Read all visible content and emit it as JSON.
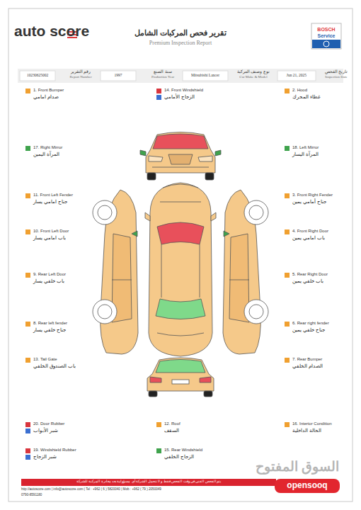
{
  "diagram": {
    "title": "تقرير فحص المركبات الشامل",
    "labels": [
      "auto score",
      "Premium Inspection Report",
      "BOSCH",
      "Service",
      "10230625002",
      "رقم التقرير",
      "Report Number",
      "1997",
      "سنة الصنع",
      "Production Year",
      "Mitsubishi Lancer",
      "نوع وصنف المركبة",
      "Car Make & Model",
      "Jun 21, 2025",
      "تاريخ الفحص",
      "Inspection Date",
      "1. Front Bumper",
      "صدام امامي",
      "14. Front Windshield",
      "الزجاج الأمامي",
      "2. Hood",
      "غطاء المحرك",
      "17. Right Mirror",
      "المرآة اليمين",
      "18. Left Mirror",
      "المرآة اليسار",
      "11. Front Left Fender",
      "جناح امامي يسار",
      "3. Front Right Fender",
      "جناح أمامي يمين",
      "10. Front Left Door",
      "باب امامي يسار",
      "4. Front Right Door",
      "باب امامي يمين",
      "9. Rear Left Door",
      "باب خلفي يسار",
      "5. Rear Right Door",
      "باب خلفي يمين",
      "8. Rear left fender",
      "جناح خلفي يسار",
      "6. Rear right fender",
      "جناح خلفي يمين",
      "13. Tail Gate",
      "باب الصندوق الخلفي",
      "7. Rear Bumper",
      "الصدام الخلفي",
      "20. Door Rubber",
      "شبر الأبواب",
      "12. Roof",
      "السقف",
      "16. Interior Condition",
      "الحالة الداخلية",
      "19. Windshield Rubber",
      "شبر الزجاج",
      "15. Rear Windshield",
      "الزجاج الخلفي",
      "يتم الفحص الفني في وقت الفحص فقط و لا تتحمل الشركة أي مسؤولية بعد مغادرة المركبة للشركة",
      "http://autoscore.com | info@autoscore.com | Tel : +962 ( 6 ) 5820040 | Mob : +962 ( 79 ) 2050049",
      "0790-8591180",
      "السوق المفتوح",
      "opensooq"
    ]
  }
}
